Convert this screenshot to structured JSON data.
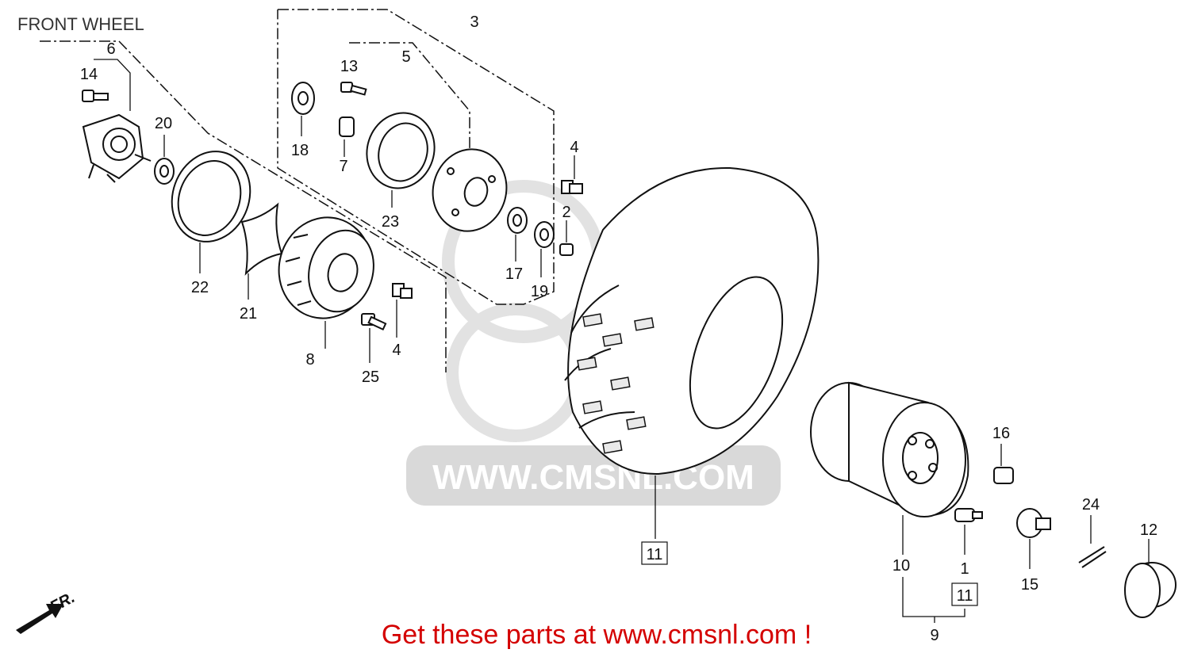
{
  "title": "FRONT WHEEL",
  "watermark": "WWW.CMSNL.COM",
  "promo": "Get these parts at www.cmsnl.com !",
  "direction_label": "FR.",
  "colors": {
    "promo": "#d40000",
    "ink": "#111111",
    "watermark": "#d9d9d9"
  },
  "callouts": {
    "p1": "1",
    "p2": "2",
    "p3": "3",
    "p4a": "4",
    "p4b": "4",
    "p5": "5",
    "p6": "6",
    "p7": "7",
    "p8": "8",
    "p9": "9",
    "p10": "10",
    "p11a": "11",
    "p11b": "11",
    "p12": "12",
    "p13": "13",
    "p14": "14",
    "p15": "15",
    "p16": "16",
    "p17": "17",
    "p18": "18",
    "p19": "19",
    "p20": "20",
    "p21": "21",
    "p22": "22",
    "p23": "23",
    "p24": "24",
    "p25": "25"
  }
}
